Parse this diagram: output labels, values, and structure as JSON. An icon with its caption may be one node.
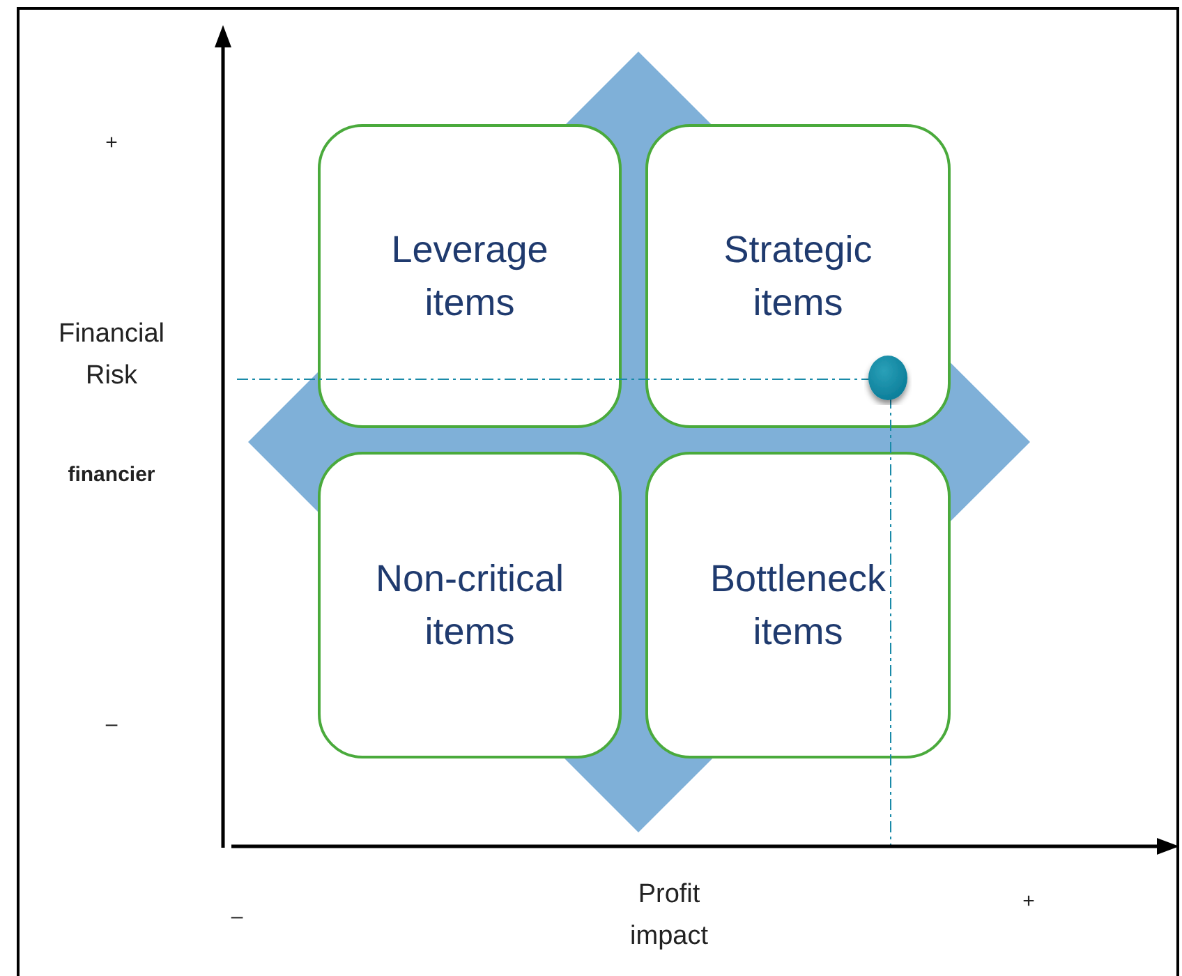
{
  "diagram": {
    "nodes": [
      {
        "text": [
          "Leverage items"
        ]
      },
      {
        "text": [
          "Strategic items"
        ]
      },
      {
        "text": [
          "Non-critical items"
        ]
      },
      {
        "text": [
          "Bottleneck items"
        ]
      }
    ],
    "labels": [
      "+",
      "Financial Risk",
      "financier",
      "–",
      "–",
      "Profit impact",
      "+"
    ]
  }
}
